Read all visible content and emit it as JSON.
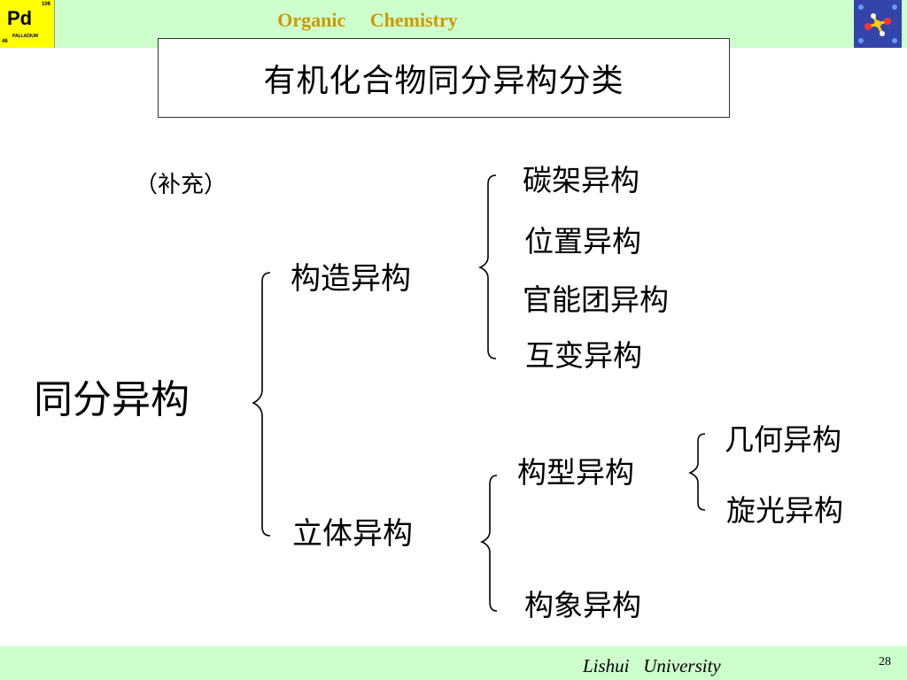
{
  "header": {
    "course_title": "Organic     Chemistry",
    "logo": {
      "symbol": "Pd",
      "mass": "106",
      "name": "PALLADIUM",
      "number": "46"
    },
    "right_logo_icon": "molecule-model-icon"
  },
  "slide": {
    "title": "有机化合物同分异构分类",
    "supplement": "（补充）",
    "root": "同分异构",
    "constitutional": {
      "label": "构造异构",
      "items": [
        "碳架异构",
        "位置异构",
        "官能团异构",
        "互变异构"
      ]
    },
    "stereo": {
      "label": "立体异构",
      "configurational": {
        "label": "构型异构",
        "items": [
          "几何异构",
          "旋光异构"
        ]
      },
      "conformational": "构象异构"
    }
  },
  "footer": {
    "university": "Lishui   University",
    "page_number": "28"
  },
  "colors": {
    "band": "#ccffcc",
    "header_text": "#cc9900",
    "logo_yellow": "#ffff00"
  }
}
